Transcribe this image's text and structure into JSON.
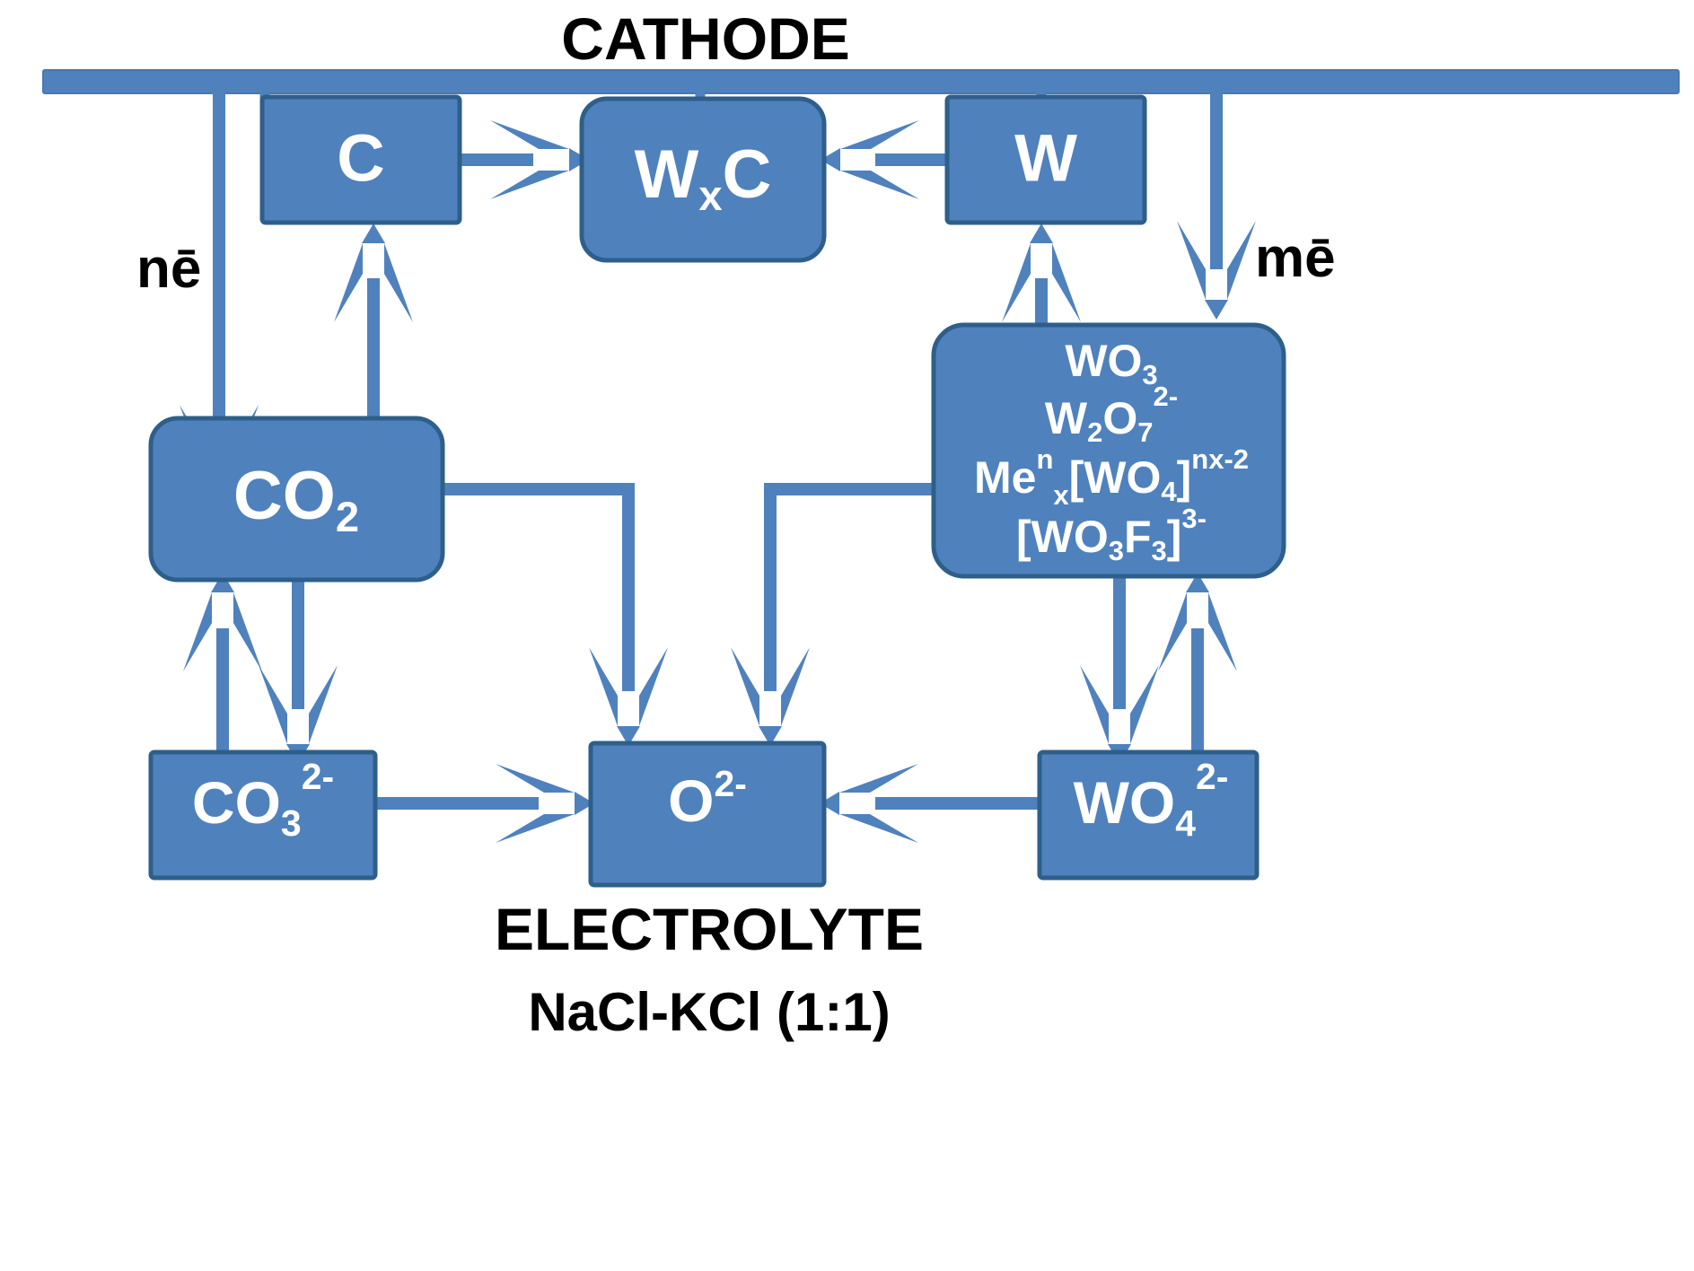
{
  "figure": {
    "title": "CATHODE",
    "bottom_caption": "ELECTROLYTE",
    "bottom_subcaption": "NaCl-KCl (1:1)",
    "accent_color": "#4F81BD",
    "border_color": "#2E5F8A",
    "text_color": "#FFFFFF",
    "label_color": "#000000",
    "background": "#FFFFFF"
  },
  "electron_labels": {
    "left": "nē",
    "right": "mē"
  },
  "nodes": {
    "carbon": {
      "id": "C",
      "label": "C"
    },
    "tungsten_carbide": {
      "id": "WxC",
      "label_main": "W",
      "label_sub": "x",
      "label_tail": "C"
    },
    "tungsten": {
      "id": "W",
      "label": "W"
    },
    "carbon_dioxide": {
      "id": "CO2",
      "label_main": "CO",
      "label_sub": "2"
    },
    "tungsten_species": {
      "id": "WOx",
      "lines": [
        {
          "parts": [
            {
              "t": "WO",
              "k": "base"
            },
            {
              "t": "3",
              "k": "sub"
            }
          ]
        },
        {
          "parts": [
            {
              "t": "W",
              "k": "base"
            },
            {
              "t": "2",
              "k": "sub"
            },
            {
              "t": "O",
              "k": "base"
            },
            {
              "t": "7",
              "k": "sub"
            },
            {
              "t": "2-",
              "k": "sup"
            }
          ]
        },
        {
          "parts": [
            {
              "t": "Me",
              "k": "base"
            },
            {
              "t": "n",
              "k": "sup"
            },
            {
              "t": "x",
              "k": "sub"
            },
            {
              "t": "[WO",
              "k": "base"
            },
            {
              "t": "4",
              "k": "sub"
            },
            {
              "t": "]",
              "k": "base"
            },
            {
              "t": "nx-2",
              "k": "sup"
            }
          ]
        },
        {
          "parts": [
            {
              "t": "[WO",
              "k": "base"
            },
            {
              "t": "3",
              "k": "sub"
            },
            {
              "t": "F",
              "k": "base"
            },
            {
              "t": "3",
              "k": "sub"
            },
            {
              "t": "]",
              "k": "base"
            },
            {
              "t": "3-",
              "k": "sup"
            }
          ]
        }
      ],
      "plain_lines": [
        "WO3",
        "W2O7 2-",
        "Men x[WO4]nx-2",
        "[WO3F3]3-"
      ]
    },
    "carbonate": {
      "id": "CO3_2-",
      "label_main": "CO",
      "label_sub": "3",
      "label_sup": "2-"
    },
    "oxide": {
      "id": "O_2-",
      "label_main": "O",
      "label_sup": "2-"
    },
    "tungstate": {
      "id": "WO4_2-",
      "label_main": "WO",
      "label_sub": "4",
      "label_sup": "2-"
    }
  },
  "edges": [
    {
      "from": "CATHODE",
      "to": "CO2",
      "label": "nē"
    },
    {
      "from": "CATHODE",
      "to": "WOx",
      "label": "mē"
    },
    {
      "from": "C",
      "to": "WxC",
      "label": ""
    },
    {
      "from": "W",
      "to": "WxC",
      "label": ""
    },
    {
      "from": "CO2",
      "to": "C",
      "label": ""
    },
    {
      "from": "WOx",
      "to": "W",
      "label": ""
    },
    {
      "from": "CO2",
      "to": "CO3_2-",
      "label": ""
    },
    {
      "from": "CO3_2-",
      "to": "CO2",
      "label": ""
    },
    {
      "from": "CO2",
      "to": "O_2-",
      "label": ""
    },
    {
      "from": "WOx",
      "to": "O_2-",
      "label": ""
    },
    {
      "from": "CO3_2-",
      "to": "O_2-",
      "label": ""
    },
    {
      "from": "WO4_2-",
      "to": "O_2-",
      "label": ""
    },
    {
      "from": "WOx",
      "to": "WO4_2-",
      "label": ""
    },
    {
      "from": "WO4_2-",
      "to": "WOx",
      "label": ""
    }
  ]
}
